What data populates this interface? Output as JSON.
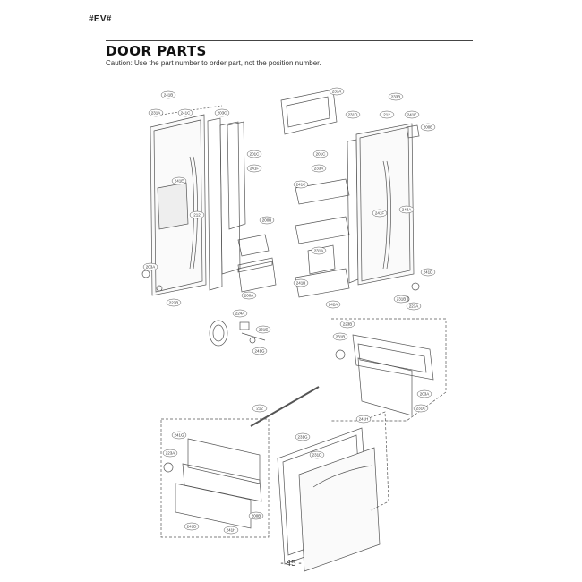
{
  "header": {
    "corner_mark": "#EV#",
    "title": "DOOR PARTS",
    "caution": "Caution: Use the part number to order part, not the position number."
  },
  "footer": {
    "page_number": "- 45 -"
  },
  "callouts": [
    "241B",
    "231A",
    "241C",
    "203C",
    "201C",
    "241F",
    "241E",
    "212",
    "200B",
    "200A",
    "233A",
    "233B",
    "231D",
    "212",
    "241E",
    "200B",
    "201C",
    "233A",
    "241C",
    "241F",
    "243A",
    "231A",
    "241B",
    "203A",
    "241D",
    "231B",
    "223A",
    "223B",
    "224A",
    "231E",
    "241G",
    "242A",
    "223B",
    "231B",
    "203A",
    "231C",
    "212",
    "241G",
    "223A",
    "231G",
    "241H",
    "231D",
    "200B",
    "241D",
    "241H"
  ]
}
